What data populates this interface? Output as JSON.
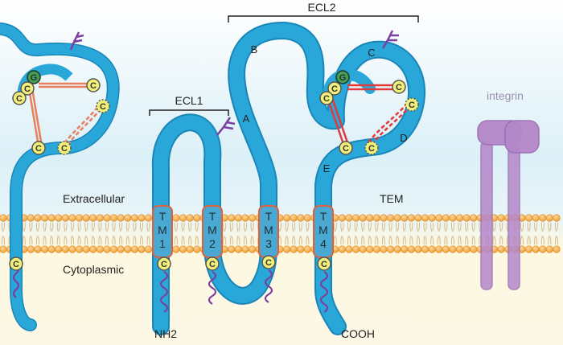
{
  "labels": {
    "extracellular": "Extracellular",
    "cytoplasmic": "Cytoplasmic",
    "tem": "TEM",
    "nh2": "NH2",
    "cooh": "COOH",
    "ecl1": "ECL1",
    "ecl2": "ECL2",
    "integrin": "integrin"
  },
  "tm_domains": [
    {
      "l1": "T",
      "l2": "M",
      "l3": "1"
    },
    {
      "l1": "T",
      "l2": "M",
      "l3": "2"
    },
    {
      "l1": "T",
      "l2": "M",
      "l3": "3"
    },
    {
      "l1": "T",
      "l2": "M",
      "l3": "4"
    }
  ],
  "region_letters": {
    "a": "A",
    "b": "B",
    "c": "C",
    "d": "D",
    "e": "E"
  },
  "residues": {
    "cys": "C",
    "gly": "G"
  },
  "colors": {
    "protein": "#2aa7d9",
    "protein_dark": "#1a86b8",
    "tm_box": "#4aa9d3",
    "tm_border": "#e0603a",
    "lipid_head": "#f4a53c",
    "cys_fill": "#f3f07a",
    "gly_fill": "#4a9a5a",
    "disulfide": "#e04040",
    "palmitoyl": "#7b3fa0",
    "integrin": "#b487c9",
    "bg_top": "#e4f3f9",
    "bg_bottom": "#fdf8e0"
  }
}
